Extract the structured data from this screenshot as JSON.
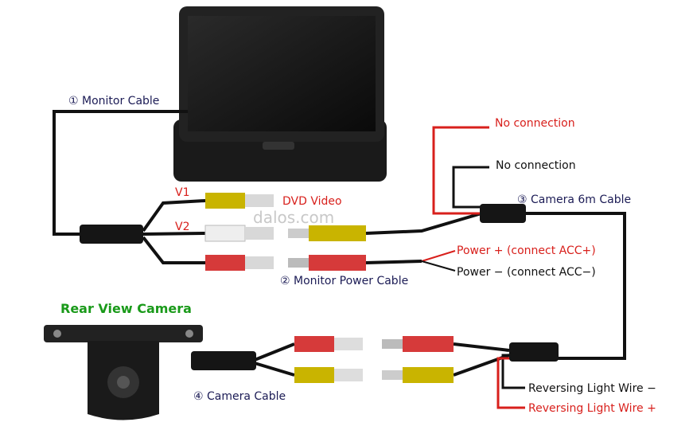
{
  "labels": {
    "monitor_cable": "① Monitor Cable",
    "v1": "V1",
    "v2": "V2",
    "dvd_video": "DVD Video",
    "watermark": "dalos.com",
    "no_connection_red": "No connection",
    "no_connection_black": "No connection",
    "camera_6m_cable": "③ Camera 6m Cable",
    "power_plus": "Power + (connect ACC+)",
    "power_minus": "Power − (connect ACC−)",
    "monitor_power_cable": "② Monitor Power Cable",
    "rear_view_camera": "Rear View Camera",
    "camera_cable": "④ Camera Cable",
    "reversing_minus": "Reversing Light Wire −",
    "reversing_plus": "Reversing Light Wire +"
  },
  "colors": {
    "red_text": "#d8201c",
    "label_text": "#1b1b55",
    "title_green": "#1a9a1a",
    "rca_yellow": "#c9b400",
    "rca_red": "#d63a3a",
    "rca_white": "#eeeeee"
  }
}
